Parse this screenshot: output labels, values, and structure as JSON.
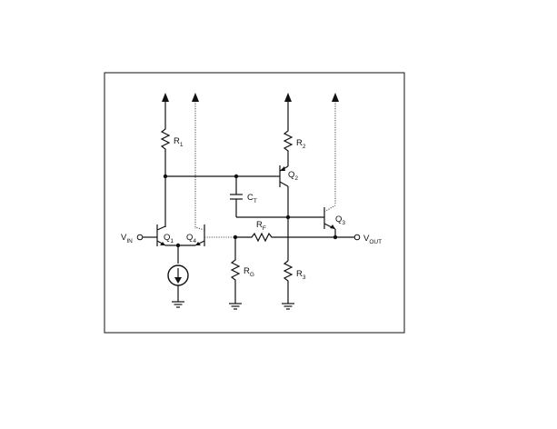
{
  "labels": {
    "r1": {
      "main": "R",
      "sub": "1"
    },
    "r2": {
      "main": "R",
      "sub": "2"
    },
    "r3": {
      "main": "R",
      "sub": "3"
    },
    "rg": {
      "main": "R",
      "sub": "G"
    },
    "rf": {
      "main": "R",
      "sub": "F"
    },
    "ct": {
      "main": "C",
      "sub": "T"
    },
    "q1": {
      "main": "Q",
      "sub": "1"
    },
    "q2": {
      "main": "Q",
      "sub": "2"
    },
    "q3": {
      "main": "Q",
      "sub": "3"
    },
    "q4": {
      "main": "Q",
      "sub": "4"
    },
    "vin": {
      "main": "V",
      "sub": "IN"
    },
    "vout": {
      "main": "V",
      "sub": "OUT"
    }
  }
}
